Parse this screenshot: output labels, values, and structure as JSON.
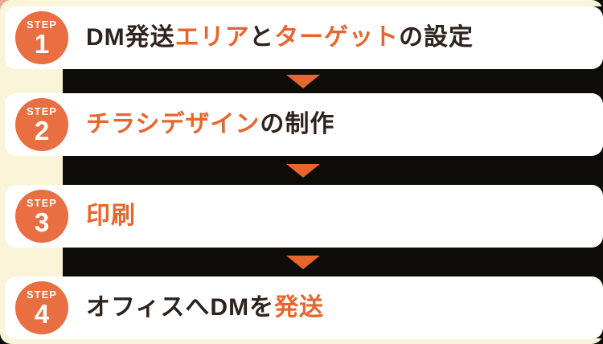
{
  "colors": {
    "background_cream": "#faf4d8",
    "card_white": "#ffffff",
    "bar_black": "#0e0c09",
    "accent_orange": "#e7662e",
    "circle_orange": "#e96e41",
    "dark_text": "#2e221c",
    "corner_pink": "#f0a58f"
  },
  "steps": [
    {
      "label": "STEP",
      "number": "1",
      "title_parts": [
        {
          "text": "DM発送",
          "color": "dark"
        },
        {
          "text": "エリア",
          "color": "accent"
        },
        {
          "text": "と",
          "color": "dark"
        },
        {
          "text": "ターゲット",
          "color": "accent"
        },
        {
          "text": "の設定",
          "color": "dark"
        }
      ]
    },
    {
      "label": "STEP",
      "number": "2",
      "title_parts": [
        {
          "text": "チラシデザイン",
          "color": "accent"
        },
        {
          "text": "の制作",
          "color": "dark"
        }
      ]
    },
    {
      "label": "STEP",
      "number": "3",
      "title_parts": [
        {
          "text": "印刷",
          "color": "accent"
        }
      ]
    },
    {
      "label": "STEP",
      "number": "4",
      "title_parts": [
        {
          "text": "オフィスへDMを",
          "color": "dark"
        },
        {
          "text": "発送",
          "color": "accent"
        }
      ]
    }
  ],
  "connector": {
    "arrow_icon": "down-triangle"
  }
}
